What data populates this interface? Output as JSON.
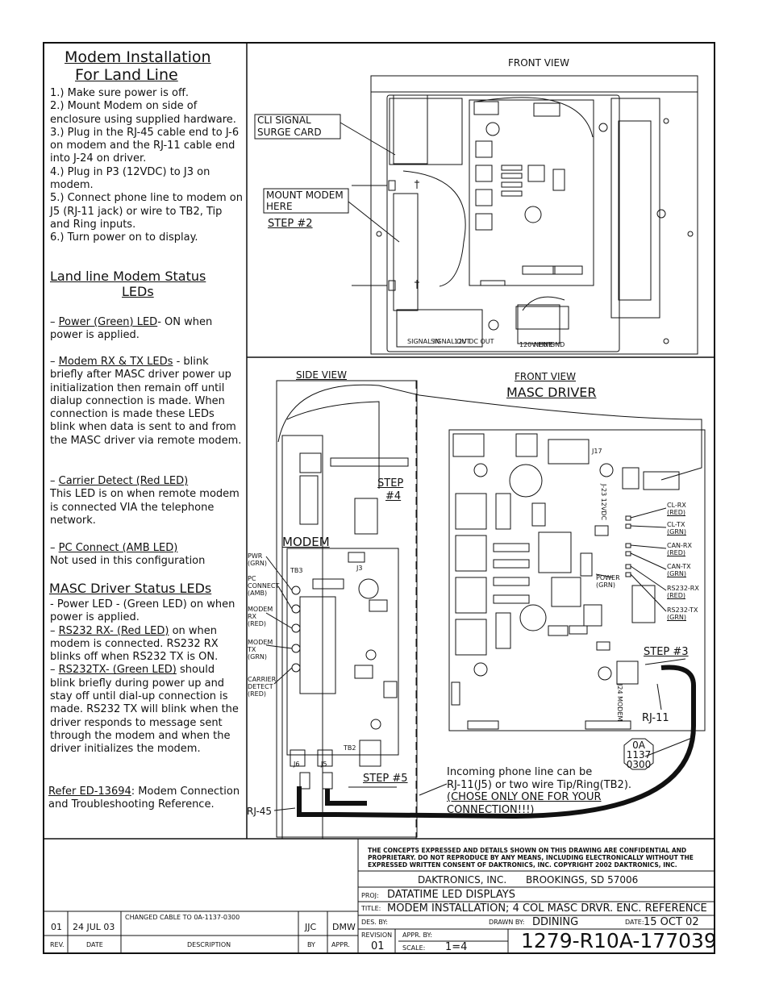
{
  "title_line1": "Modem Installation",
  "title_line2": "For Land Line",
  "steps": [
    "1.) Make sure power is off.",
    "2.) Mount Modem on side of enclosure using supplied hardware.",
    "3.) Plug in the RJ-45 cable end to J-6 on modem and the RJ-11 cable end into J-24 on driver.",
    "4.) Plug in P3 (12VDC) to J3 on modem.",
    "5.) Connect phone line to modem on J5 (RJ-11 jack) or wire to TB2, Tip and Ring inputs.",
    "6.) Turn power on to display."
  ],
  "land_leds_title1": "Land line Modem Status",
  "land_leds_title2": "LEDs",
  "power_led_label": "Power (Green) LED",
  "power_led_text": "- ON when power is applied.",
  "rxtx_label": "Modem RX & TX LEDs",
  "rxtx_text": "- blink briefly after MASC driver power up initialization then remain off until dialup connection is made. When connection is made these LEDs blink when data is sent to and from the MASC driver via remote modem.",
  "cd_label": "Carrier Detect (Red LED)",
  "cd_text": "This LED is on when remote modem is connected VIA the telephone network.",
  "pc_label": "PC Connect (AMB LED)",
  "pc_text": "Not used in this configuration",
  "masc_title": "MASC Driver Status LEDs",
  "masc_power": "- Power LED - (Green LED) on when power is applied.",
  "rs232rx_label": "RS232 RX- (Red LED)",
  "rs232rx_text": "on when modem is connected. RS232 RX blinks off when RS232 TX is ON.",
  "rs232tx_label": "RS232TX- (Green LED)",
  "rs232tx_text": "should blink briefly during power up and stay off until dial-up connection is made. RS232 TX will blink when the driver responds to message sent through the modem and when the driver initializes the modem.",
  "refer_label": "Refer ED-13694",
  "refer_text": ": Modem Connection and Troubleshooting Reference.",
  "front_view_top": "FRONT VIEW",
  "cli_signal_1": "CLI SIGNAL",
  "cli_signal_2": "SURGE CARD",
  "mount_modem_1": "MOUNT MODEM",
  "mount_modem_2": "HERE",
  "step2": "STEP #2",
  "side_view": "SIDE VIEW",
  "front_view_bottom": "FRONT VIEW",
  "masc_driver": "MASC DRIVER",
  "modem_label": "MODEM",
  "step4_1": "STEP",
  "step4_2": "#4",
  "step3": "STEP #3",
  "step5": "STEP #5",
  "rj11": "RJ-11",
  "rj45": "RJ-45",
  "j17": "J17",
  "j23": "J-23 12VDC",
  "j3": "J3",
  "tb3": "TB3",
  "j6": "J6",
  "j5": "J5",
  "tb2": "TB2",
  "j24": "J24 MODEM",
  "power_grn": "POWER (GRN)",
  "modem_leds": [
    "PWR (GRN)",
    "PC CONNECT (AMB)",
    "MODEM RX (RED)",
    "MODEM TX (GRN)",
    "CARRIER DETECT (RED)"
  ],
  "driver_leds": [
    {
      "a": "CL-RX",
      "b": "(RED)"
    },
    {
      "a": "CL-TX",
      "b": "(GRN)"
    },
    {
      "a": "CAN-RX",
      "b": "(RED)"
    },
    {
      "a": "CAN-TX",
      "b": "(GRN)"
    },
    {
      "a": "RS232-RX",
      "b": "(RED)"
    },
    {
      "a": "RS232-TX",
      "b": "(GRN)"
    }
  ],
  "tb_labels": [
    "SIGNAL IN",
    "SIGNAL OUT",
    "12V DC OUT",
    "120V LINE",
    "NEUT.",
    "GND"
  ],
  "incoming_1": "Incoming phone line can be",
  "incoming_2": "RJ-11(J5) or two wire Tip/Ring(TB2).",
  "incoming_3": "(CHOSE ONLY ONE FOR YOUR",
  "incoming_4": "CONNECTION!!!)",
  "badge": [
    "0A",
    "1137",
    "0300"
  ],
  "notice": "THE CONCEPTS EXPRESSED AND DETAILS SHOWN ON THIS DRAWING ARE CONFIDENTIAL AND PROPRIETARY. DO NOT REPRODUCE BY ANY MEANS, INCLUDING ELECTRONICALLY WITHOUT THE EXPRESSED WRITTEN CONSENT OF DAKTRONICS, INC. COPYRIGHT 2002 DAKTRONICS, INC.",
  "company": "DAKTRONICS, INC.",
  "location": "BROOKINGS, SD 57006",
  "proj_label": "PROJ:",
  "proj": "DATATIME LED DISPLAYS",
  "title_label": "TITLE:",
  "title": "MODEM INSTALLATION; 4 COL MASC DRVR. ENC. REFERENCE",
  "des_by": "DES. BY:",
  "drawn_by_label": "DRAWN BY:",
  "drawn_by": "DDINING",
  "date_label": "DATE:",
  "date": "15 OCT 02",
  "revision_label": "REVISION",
  "revision": "01",
  "appr_by": "APPR. BY:",
  "scale_label": "SCALE:",
  "scale": "1=4",
  "drawing_no": "1279-R10A-177039",
  "rev_row": {
    "rev": "01",
    "date": "24 JUL 03",
    "desc": "CHANGED CABLE TO 0A-1137-0300",
    "by": "JJC",
    "appr": "DMW"
  },
  "rev_headers": {
    "rev": "REV.",
    "date": "DATE",
    "desc": "DESCRIPTION",
    "by": "BY",
    "appr": "APPR."
  }
}
